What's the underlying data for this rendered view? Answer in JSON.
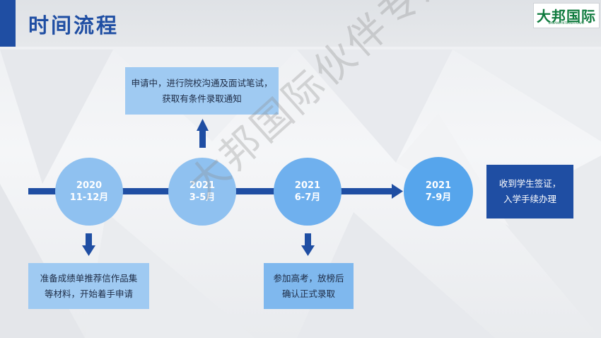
{
  "page": {
    "title": "时间流程"
  },
  "logo": {
    "text": "大邦国际",
    "subtitle": "DABANG INTERNATIONAL"
  },
  "watermark": "大邦国际伙伴专用",
  "timeline": [
    {
      "year": "2020",
      "period": "11-12月"
    },
    {
      "year": "2021",
      "period": "3-5月"
    },
    {
      "year": "2021",
      "period": "6-7月"
    },
    {
      "year": "2021",
      "period": "7-9月"
    }
  ],
  "notes": {
    "top": {
      "line1": "申请中，进行院校沟通及面试笔试，",
      "line2": "获取有条件录取通知"
    },
    "bottom_left": {
      "line1": "准备成绩单推荐信作品集",
      "line2": "等材料，开始着手申请"
    },
    "bottom_middle": {
      "line1": "参加高考，放榜后",
      "line2": "确认正式录取"
    },
    "right": {
      "line1": "收到学生签证，",
      "line2": "入学手续办理"
    }
  },
  "colors": {
    "brand_blue": "#1f4ea3",
    "circle_light": "#8fc1f0",
    "circle_mid": "#6fb0ee",
    "circle_strong": "#56a5ec",
    "note_light": "#9fcaf2",
    "note_mid": "#7fb8ee",
    "note_dark": "#1f4ea3",
    "logo_green": "#0e7a3d"
  }
}
